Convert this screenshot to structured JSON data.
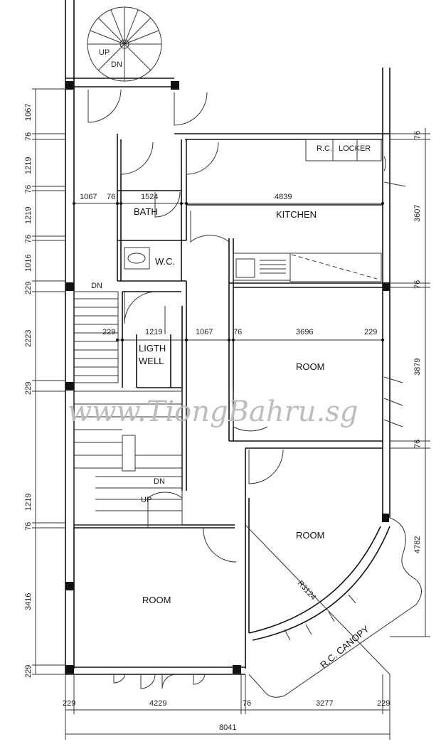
{
  "rooms": {
    "bath": "BATH",
    "kitchen": "KITCHEN",
    "wc": "W.C.",
    "lightwell_line1": "LIGTH",
    "lightwell_line2": "WELL",
    "room_mid": "ROOM",
    "room_right": "ROOM",
    "room_left": "ROOM"
  },
  "labels": {
    "rc_locker_1": "R.C.",
    "rc_locker_2": "LOCKER",
    "rc_canopy": "R.C. CANOPY",
    "radius": "R3124",
    "up_top": "UP",
    "dn_top": "DN",
    "dn_stair": "DN",
    "dn_lower": "DN",
    "up_lower": "UP"
  },
  "watermark": "www.TiongBahru.sg",
  "dims": {
    "left": [
      "1067",
      "76",
      "1219",
      "76",
      "1219",
      "76",
      "1016",
      "229",
      "2223",
      "229",
      "1219",
      "76",
      "3416",
      "229"
    ],
    "right": [
      "76",
      "3607",
      "76",
      "3879",
      "76",
      "4782"
    ],
    "row1": [
      "1067",
      "76",
      "1524",
      "4839"
    ],
    "row2": [
      "229",
      "1219",
      "1067",
      "76",
      "3696",
      "229"
    ],
    "bottom": [
      "229",
      "4229",
      "76",
      "3277",
      "229"
    ],
    "total": "8041"
  }
}
